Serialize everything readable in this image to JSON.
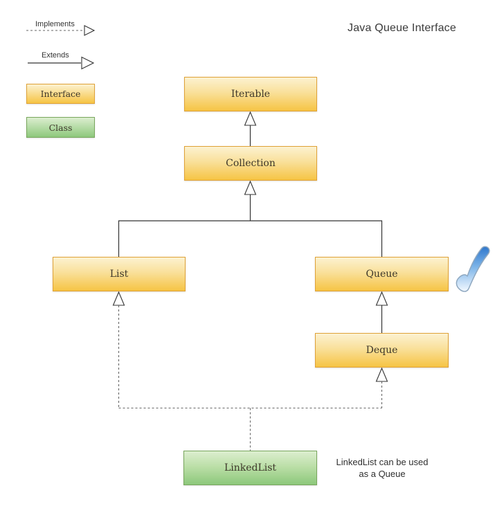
{
  "title": "Java Queue Interface",
  "legend": {
    "implements_label": "Implements",
    "extends_label": "Extends",
    "interface_label": "Interface",
    "class_label": "Class"
  },
  "nodes": {
    "iterable": {
      "label": "Iterable",
      "kind": "interface"
    },
    "collection": {
      "label": "Collection",
      "kind": "interface"
    },
    "list": {
      "label": "List",
      "kind": "interface"
    },
    "queue": {
      "label": "Queue",
      "kind": "interface"
    },
    "deque": {
      "label": "Deque",
      "kind": "interface"
    },
    "linkedlist": {
      "label": "LinkedList",
      "kind": "class"
    }
  },
  "edges": [
    {
      "from": "Collection",
      "to": "Iterable",
      "relation": "extends"
    },
    {
      "from": "List",
      "to": "Collection",
      "relation": "extends"
    },
    {
      "from": "Queue",
      "to": "Collection",
      "relation": "extends"
    },
    {
      "from": "Deque",
      "to": "Queue",
      "relation": "extends"
    },
    {
      "from": "LinkedList",
      "to": "List",
      "relation": "implements"
    },
    {
      "from": "LinkedList",
      "to": "Deque",
      "relation": "implements"
    }
  ],
  "annotation": {
    "line1": "LinkedList can be used",
    "line2": "as a Queue"
  },
  "checkmark": {
    "icon": "check-mark",
    "target": "Queue",
    "color": "#4a8fd4"
  },
  "colors": {
    "interface_fill_top": "#fcf2d1",
    "interface_fill_bottom": "#f6c444",
    "interface_border": "#dfa136",
    "class_fill_top": "#dceecf",
    "class_fill_bottom": "#8dc87b",
    "class_border": "#78a65c",
    "solid_line": "#333333",
    "dashed_line": "#666666"
  }
}
